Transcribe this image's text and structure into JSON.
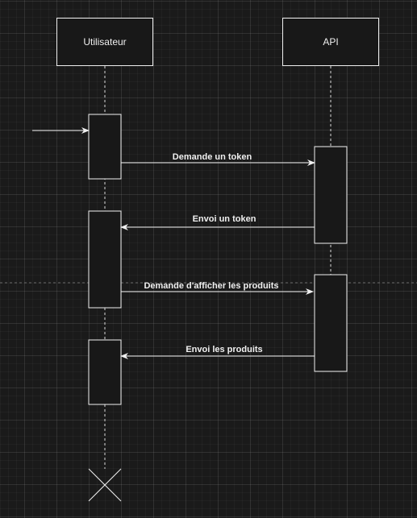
{
  "participants": {
    "user": "Utilisateur",
    "api": "API"
  },
  "messages": [
    {
      "label": "Demande un token"
    },
    {
      "label": "Envoi un token"
    },
    {
      "label": "Demande d'afficher les produits"
    },
    {
      "label": "Envoi les produits"
    }
  ],
  "colors": {
    "background": "#1a1a1a",
    "stroke": "#f0f0f0",
    "text": "#f0f0f0"
  }
}
